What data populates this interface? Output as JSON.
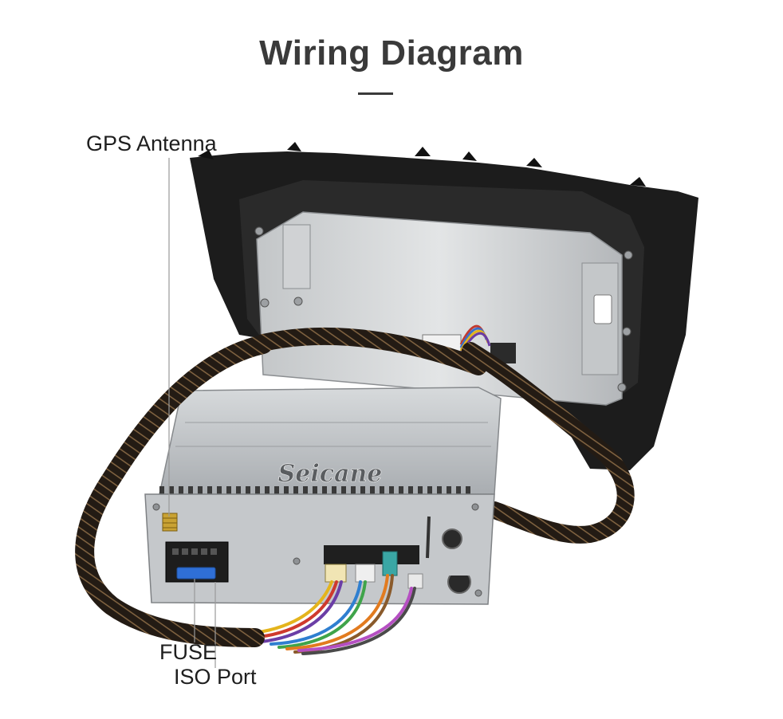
{
  "title": "Wiring Diagram",
  "labels": {
    "gps": "GPS Antenna",
    "fuse": "FUSE",
    "iso": "ISO Port"
  },
  "brand": "Seicane",
  "colors": {
    "title": "#3a3a3a",
    "bezel": "#1c1c1c",
    "metal": "#b9bcbf",
    "harness": "#2a2119"
  }
}
